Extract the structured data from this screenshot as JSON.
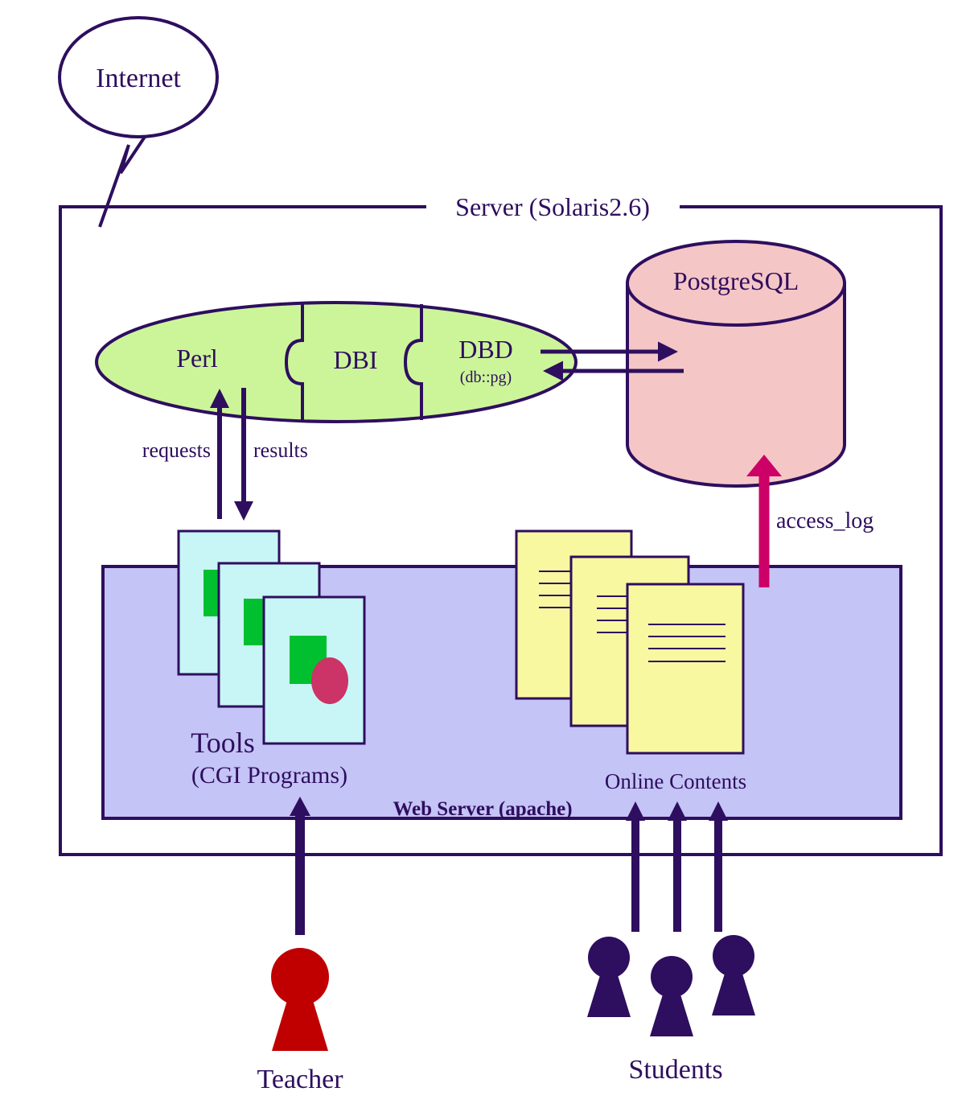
{
  "internet": {
    "label": "Internet"
  },
  "server": {
    "label": "Server (Solaris2.6)"
  },
  "database": {
    "label": "PostgreSQL"
  },
  "perl_chain": {
    "perl": "Perl",
    "dbi": "DBI",
    "dbd": "DBD",
    "dbd_sub": "(db::pg)"
  },
  "flows": {
    "requests": "requests",
    "results": "results",
    "access_log": "access_log"
  },
  "web_server": {
    "label": "Web Server (apache)"
  },
  "tools": {
    "title": "Tools",
    "subtitle": "(CGI Programs)"
  },
  "contents": {
    "label": "Online Contents"
  },
  "actors": {
    "teacher": "Teacher",
    "students": "Students"
  },
  "colors": {
    "outline": "#2e0e5e",
    "web_server_fill": "#c4c4f6",
    "perl_fill": "#ccf59a",
    "db_fill": "#f5c6c6",
    "tool_page": "#c8f6f6",
    "content_page": "#f8f8a0",
    "green": "#00c030",
    "magenta": "#cc3366",
    "access_arrow": "#cc0066",
    "teacher": "#c00000",
    "student": "#2e0e5e"
  }
}
